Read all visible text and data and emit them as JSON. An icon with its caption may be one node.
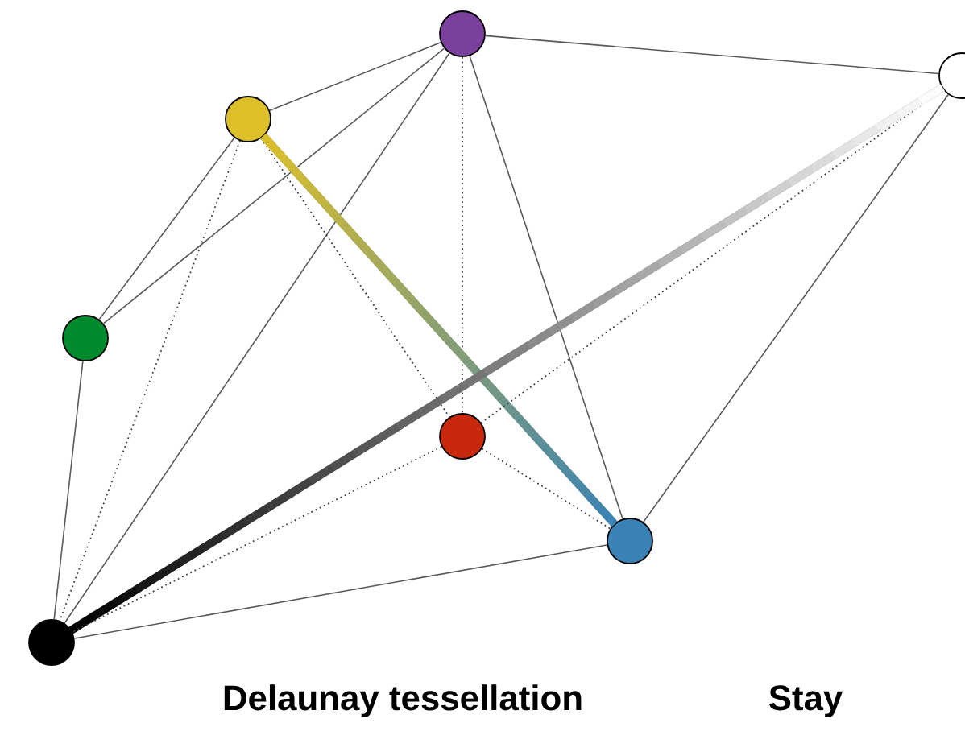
{
  "diagram": {
    "title": "Delaunay tessellation",
    "nodes": [
      {
        "text": [],
        "shape": "circle"
      },
      {
        "text": [],
        "shape": "circle"
      },
      {
        "text": [],
        "shape": "circle"
      },
      {
        "text": [],
        "shape": "circle"
      },
      {
        "text": [],
        "shape": "circle"
      },
      {
        "text": [],
        "shape": "circle"
      },
      {
        "text": [],
        "shape": "circle"
      }
    ],
    "edges": [
      {
        "from": 0,
        "to": 1,
        "arrow": "none"
      },
      {
        "from": 0,
        "to": 2,
        "arrow": "none"
      },
      {
        "from": 0,
        "to": 3,
        "arrow": "none"
      },
      {
        "from": 0,
        "to": 6,
        "arrow": "none"
      },
      {
        "from": 0,
        "to": 5,
        "arrow": "none"
      },
      {
        "from": 0,
        "to": 4,
        "arrow": "none",
        "style": "dashed"
      },
      {
        "from": 2,
        "to": 3,
        "arrow": "none"
      },
      {
        "from": 2,
        "to": 4,
        "arrow": "none",
        "style": "dashed"
      },
      {
        "from": 2,
        "to": 6,
        "arrow": "none",
        "style": "dashed"
      },
      {
        "from": 2,
        "to": 5,
        "arrow": "none",
        "style": "thick"
      },
      {
        "from": 1,
        "to": 5,
        "arrow": "none"
      },
      {
        "from": 1,
        "to": 4,
        "arrow": "none",
        "style": "dashed"
      },
      {
        "from": 6,
        "to": 1,
        "arrow": "none",
        "style": "thick"
      },
      {
        "from": 3,
        "to": 6,
        "arrow": "none"
      },
      {
        "from": 4,
        "to": 6,
        "arrow": "none",
        "style": "dashed"
      },
      {
        "from": 4,
        "to": 5,
        "arrow": "none",
        "style": "dashed"
      },
      {
        "from": 5,
        "to": 6,
        "arrow": "none"
      }
    ],
    "labels": [
      "Stay"
    ]
  }
}
